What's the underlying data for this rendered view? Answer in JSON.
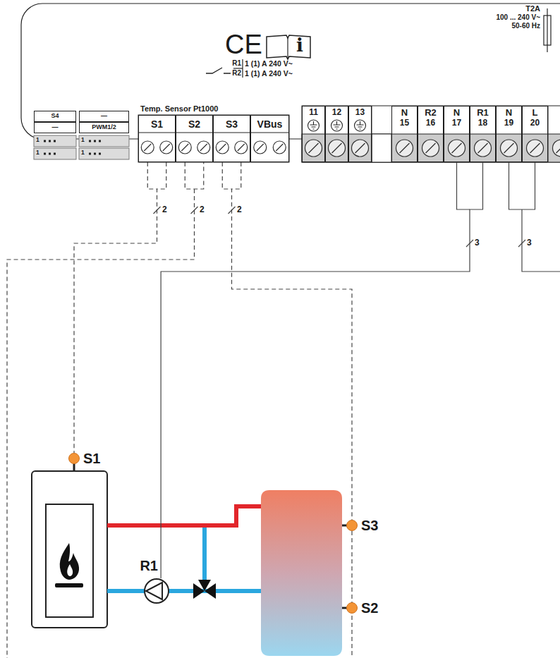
{
  "diagram": {
    "nodes": [
      {
        "text": [
          "S4"
        ]
      },
      {
        "text": [
          "—"
        ]
      },
      {
        "text": [
          "—"
        ]
      },
      {
        "text": [
          "PWM1/2"
        ]
      },
      {
        "text": [
          "S1"
        ]
      },
      {
        "text": [
          "S2"
        ]
      },
      {
        "text": [
          "S3"
        ]
      },
      {
        "text": [
          "VBus"
        ]
      },
      {
        "text": [
          "11"
        ]
      },
      {
        "text": [
          "12"
        ]
      },
      {
        "text": [
          "13"
        ]
      },
      {
        "text": [
          "N",
          "15"
        ]
      },
      {
        "text": [
          "R2",
          "16"
        ]
      },
      {
        "text": [
          "N",
          "17"
        ]
      },
      {
        "text": [
          "R1",
          "18"
        ]
      },
      {
        "text": [
          "N",
          "19"
        ]
      },
      {
        "text": [
          "L",
          "20"
        ]
      },
      {
        "text": [
          "S1"
        ]
      },
      {
        "text": [
          "S3"
        ]
      },
      {
        "text": [
          "R1"
        ]
      },
      {
        "text": [
          "S2"
        ]
      }
    ],
    "edges": [
      {
        "from": 4,
        "to": 17,
        "arrow": "none"
      },
      {
        "from": 6,
        "to": 18,
        "arrow": "none"
      },
      {
        "from": 14,
        "to": 19,
        "arrow": "none"
      }
    ],
    "labels": [
      "T2A",
      "100 ... 240 V~",
      "50-60 Hz",
      "CE",
      "i",
      "R1",
      "1 (1) A 240 V~",
      "R2",
      "1 (1) A 240 V~",
      "Temp. Sensor Pt1000",
      "1",
      "1",
      "1",
      "1",
      "2",
      "2",
      "2",
      "3",
      "3"
    ]
  }
}
